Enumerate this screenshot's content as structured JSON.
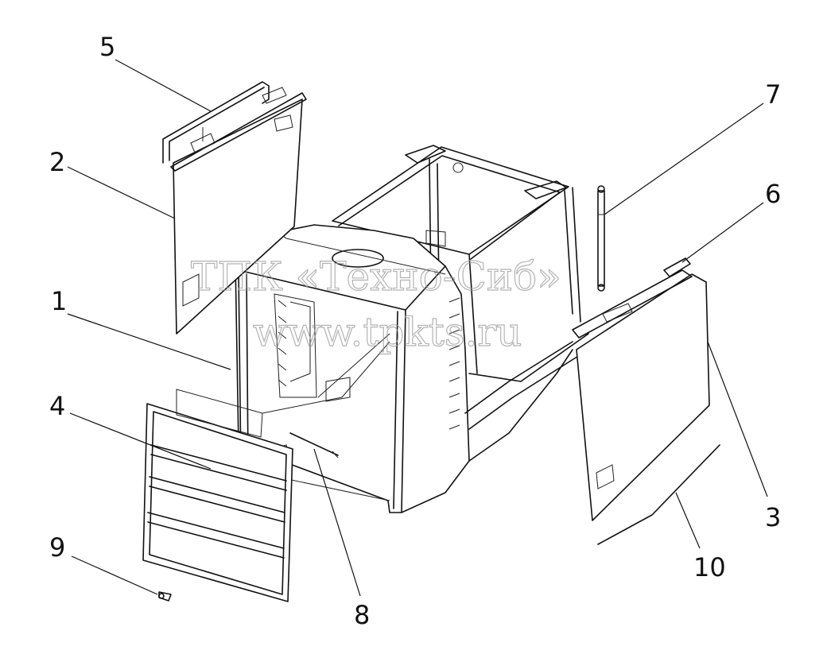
{
  "callouts": [
    {
      "id": "1",
      "label": "1"
    },
    {
      "id": "2",
      "label": "2"
    },
    {
      "id": "3",
      "label": "3"
    },
    {
      "id": "4",
      "label": "4"
    },
    {
      "id": "5",
      "label": "5"
    },
    {
      "id": "6",
      "label": "6"
    },
    {
      "id": "7",
      "label": "7"
    },
    {
      "id": "8",
      "label": "8"
    },
    {
      "id": "9",
      "label": "9"
    },
    {
      "id": "10",
      "label": "10"
    }
  ],
  "watermark": {
    "line1": "ТПК «Техно-Сиб»",
    "line2": "www.tpkts.ru"
  },
  "colors": {
    "line": "#111111",
    "watermark": "#9a9a9a",
    "background": "#ffffff"
  }
}
